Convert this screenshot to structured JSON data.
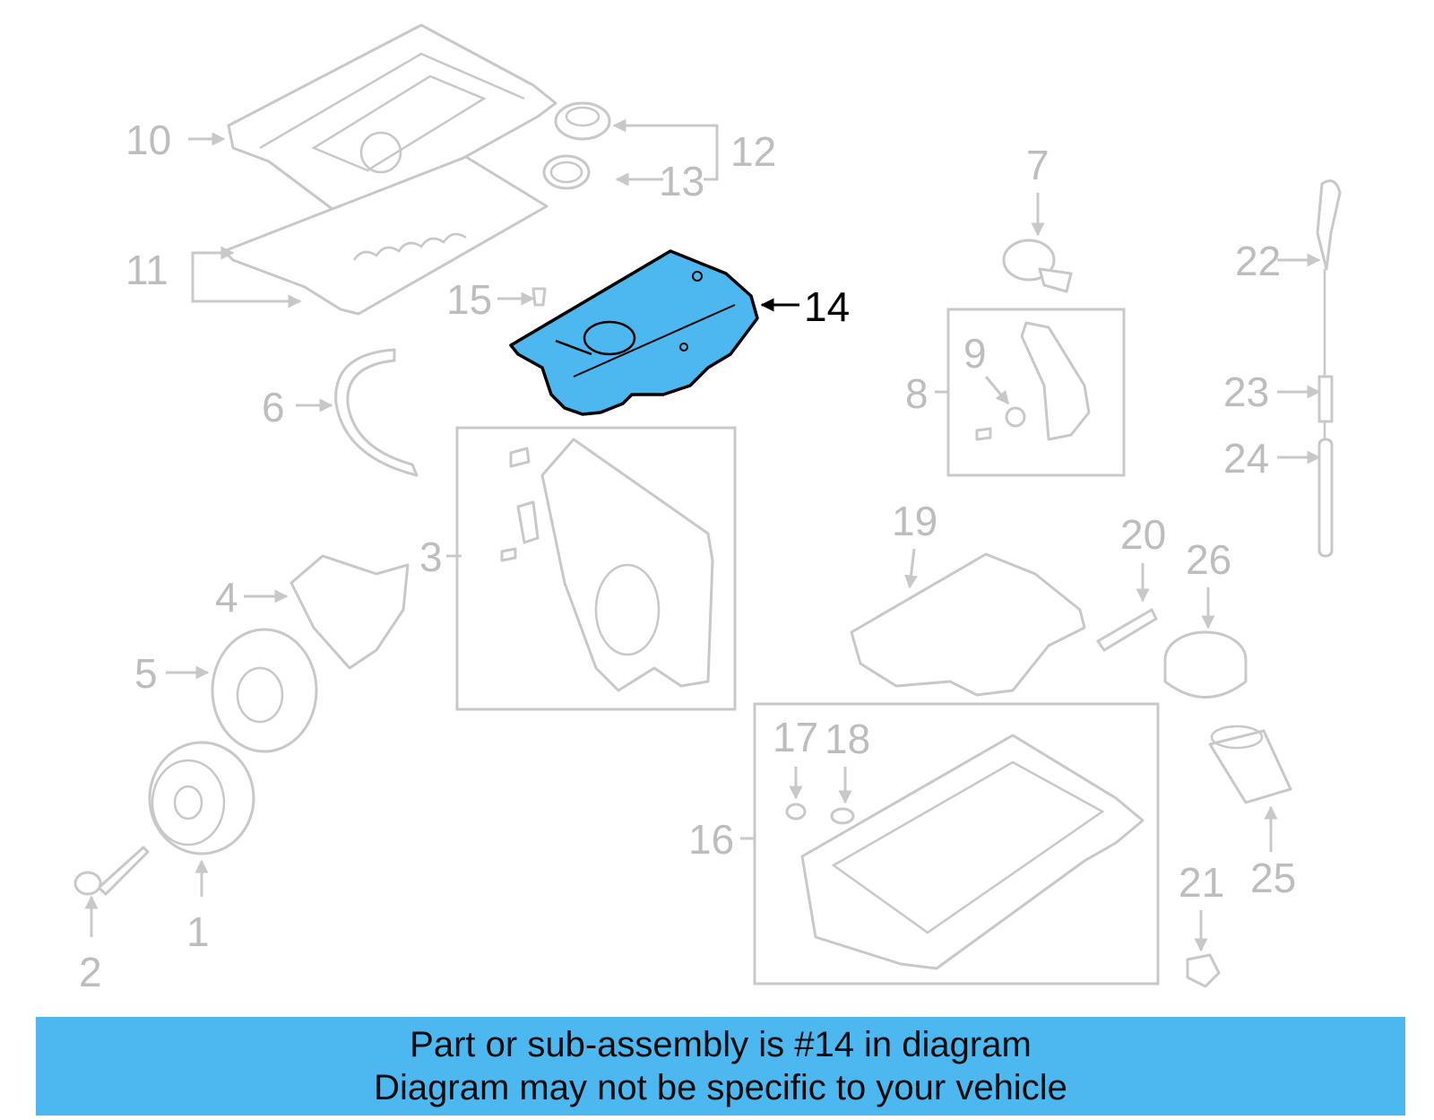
{
  "diagram": {
    "highlight_color": "#4db8f0",
    "callouts": [
      "1",
      "2",
      "3",
      "4",
      "5",
      "6",
      "7",
      "8",
      "9",
      "10",
      "11",
      "12",
      "13",
      "14",
      "15",
      "16",
      "17",
      "18",
      "19",
      "20",
      "21",
      "22",
      "23",
      "24",
      "25",
      "26"
    ],
    "highlighted": "14"
  },
  "banner": {
    "line1": "Part or sub-assembly is #14 in diagram",
    "line2": "Diagram may not be specific to your vehicle",
    "background": "#4db8f0"
  }
}
